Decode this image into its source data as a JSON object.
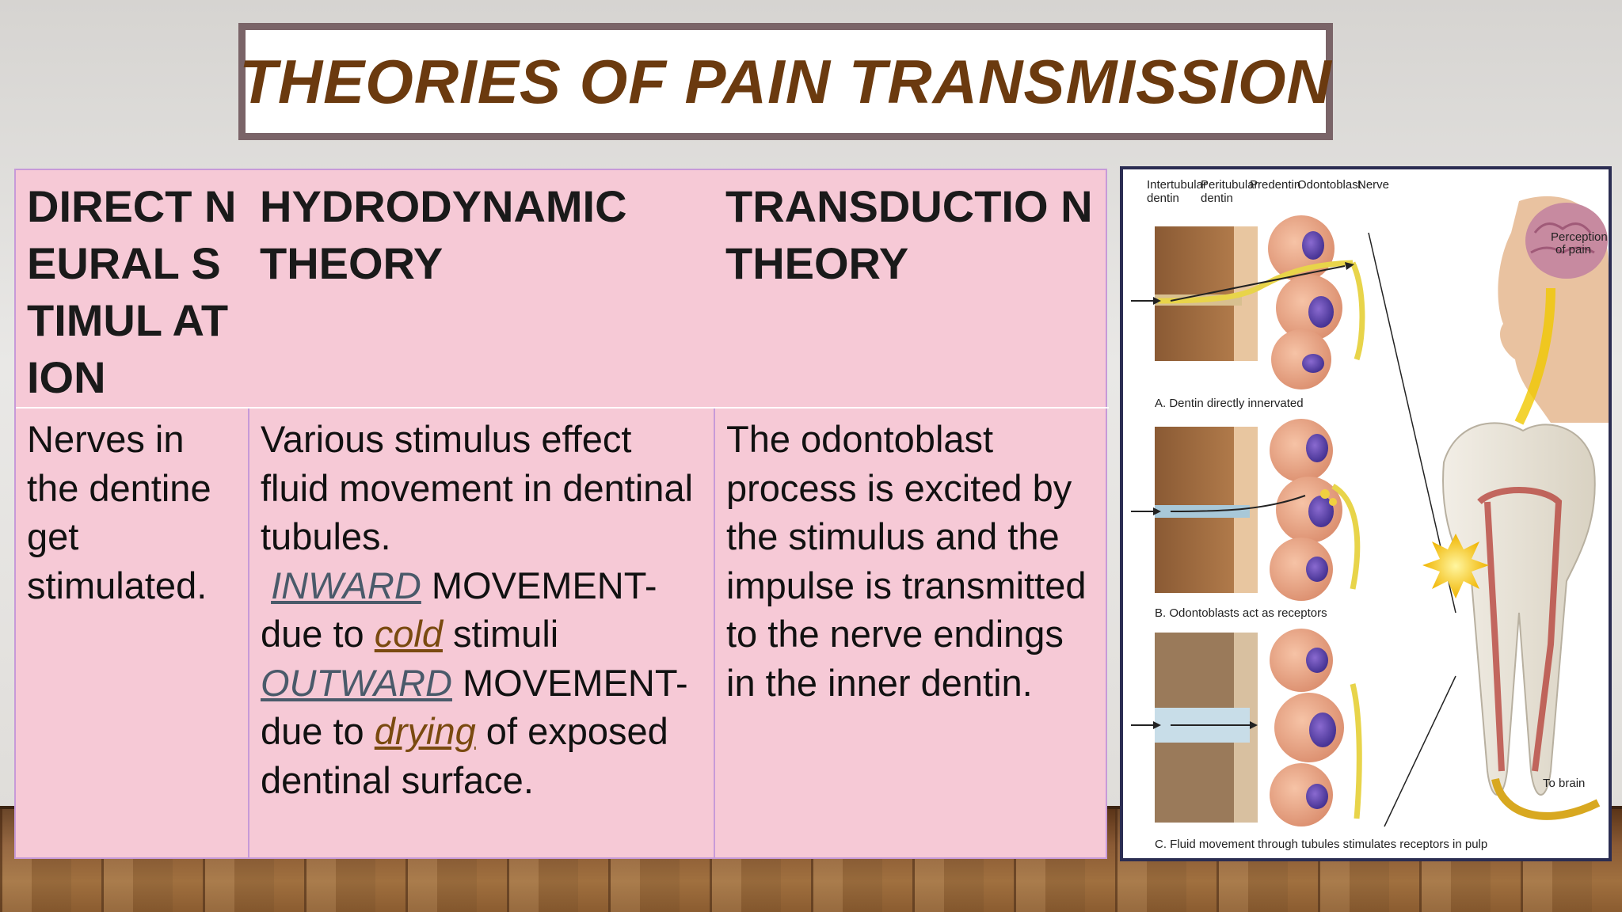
{
  "slide": {
    "title": "THEORIES OF PAIN TRANSMISSION"
  },
  "table": {
    "headers": [
      "DIRECT NEURAL STIMUL ATION",
      "HYDRODYNAMIC THEORY",
      "TRANSDUCTIO N  THEORY"
    ],
    "direct": {
      "text": "Nerves in the dentine get stimulated."
    },
    "hydro": {
      "inward": "INWARD",
      "inward_rest": " MOVEMENT- due to ",
      "cold": "cold",
      "cold_rest": " stimuli",
      "intro": "Various stimulus effect fluid movement in dentinal tubules.",
      "outward": "OUTWARD",
      "outward_rest": " MOVEMENT- due to ",
      "drying": "drying",
      "drying_rest": " of exposed dentinal surface."
    },
    "transduction": {
      "text": "The odontoblast process is excited by the stimulus and the impulse is transmitted to the nerve endings in the inner dentin."
    }
  },
  "figure": {
    "labels": {
      "intertubular": "Intertubular",
      "intertubular2": "dentin",
      "peritubular": "Peritubular",
      "peritubular2": "dentin",
      "predentin": "Predentin",
      "odontoblast": "Odontoblast",
      "nerve": "Nerve",
      "perception": "Perception",
      "perception2": "of pain",
      "caption_a": "A. Dentin directly innervated",
      "caption_b": "B. Odontoblasts act as receptors",
      "caption_c": "C. Fluid movement through tubules stimulates receptors in pulp",
      "to_brain": "To brain"
    }
  }
}
